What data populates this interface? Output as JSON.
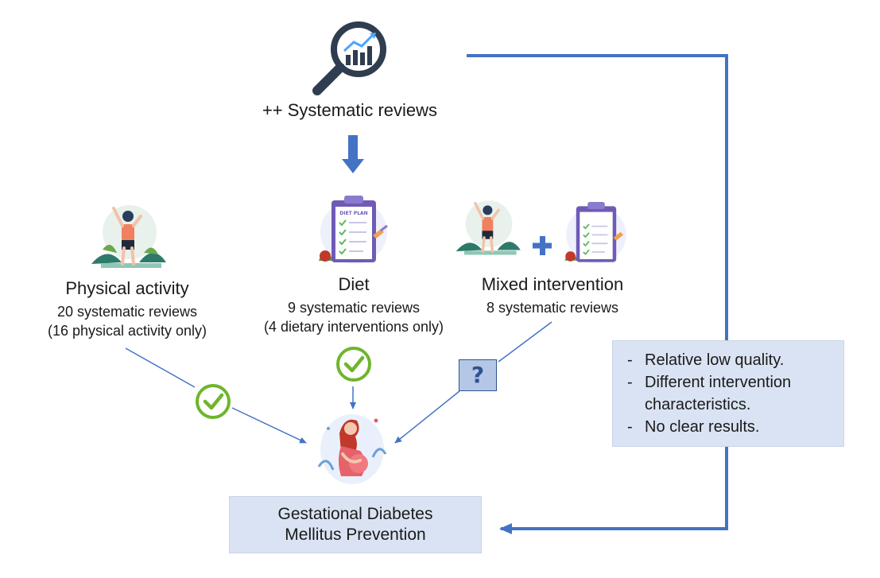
{
  "source": {
    "label": "++ Systematic reviews"
  },
  "categories": [
    {
      "key": "physical",
      "title": "Physical activity",
      "line1": "20 systematic reviews",
      "line2": "(16 physical activity only)",
      "status": "check"
    },
    {
      "key": "diet",
      "title": "Diet",
      "line1": "9 systematic reviews",
      "line2": "(4 dietary interventions only)",
      "status": "check",
      "icon_badge": "DIET PLAN"
    },
    {
      "key": "mixed",
      "title": "Mixed intervention",
      "line1": "8 systematic reviews",
      "status": "question",
      "question_mark": "?"
    }
  ],
  "target": {
    "line1": "Gestational Diabetes",
    "line2": "Mellitus Prevention"
  },
  "notes": {
    "bullet": "-",
    "items": [
      "Relative low quality.",
      "Different intervention",
      "characteristics.",
      "No clear results."
    ]
  },
  "colors": {
    "arrow_blue": "#4472c4",
    "box_fill": "#dae3f3",
    "check_green": "#6fb52c",
    "text": "#1a1a1a"
  },
  "icons": [
    "magnifier-chart-icon",
    "exercise-woman-icon",
    "diet-plan-clipboard-icon",
    "plus-icon",
    "check-icon",
    "question-icon",
    "pregnant-woman-icon"
  ]
}
